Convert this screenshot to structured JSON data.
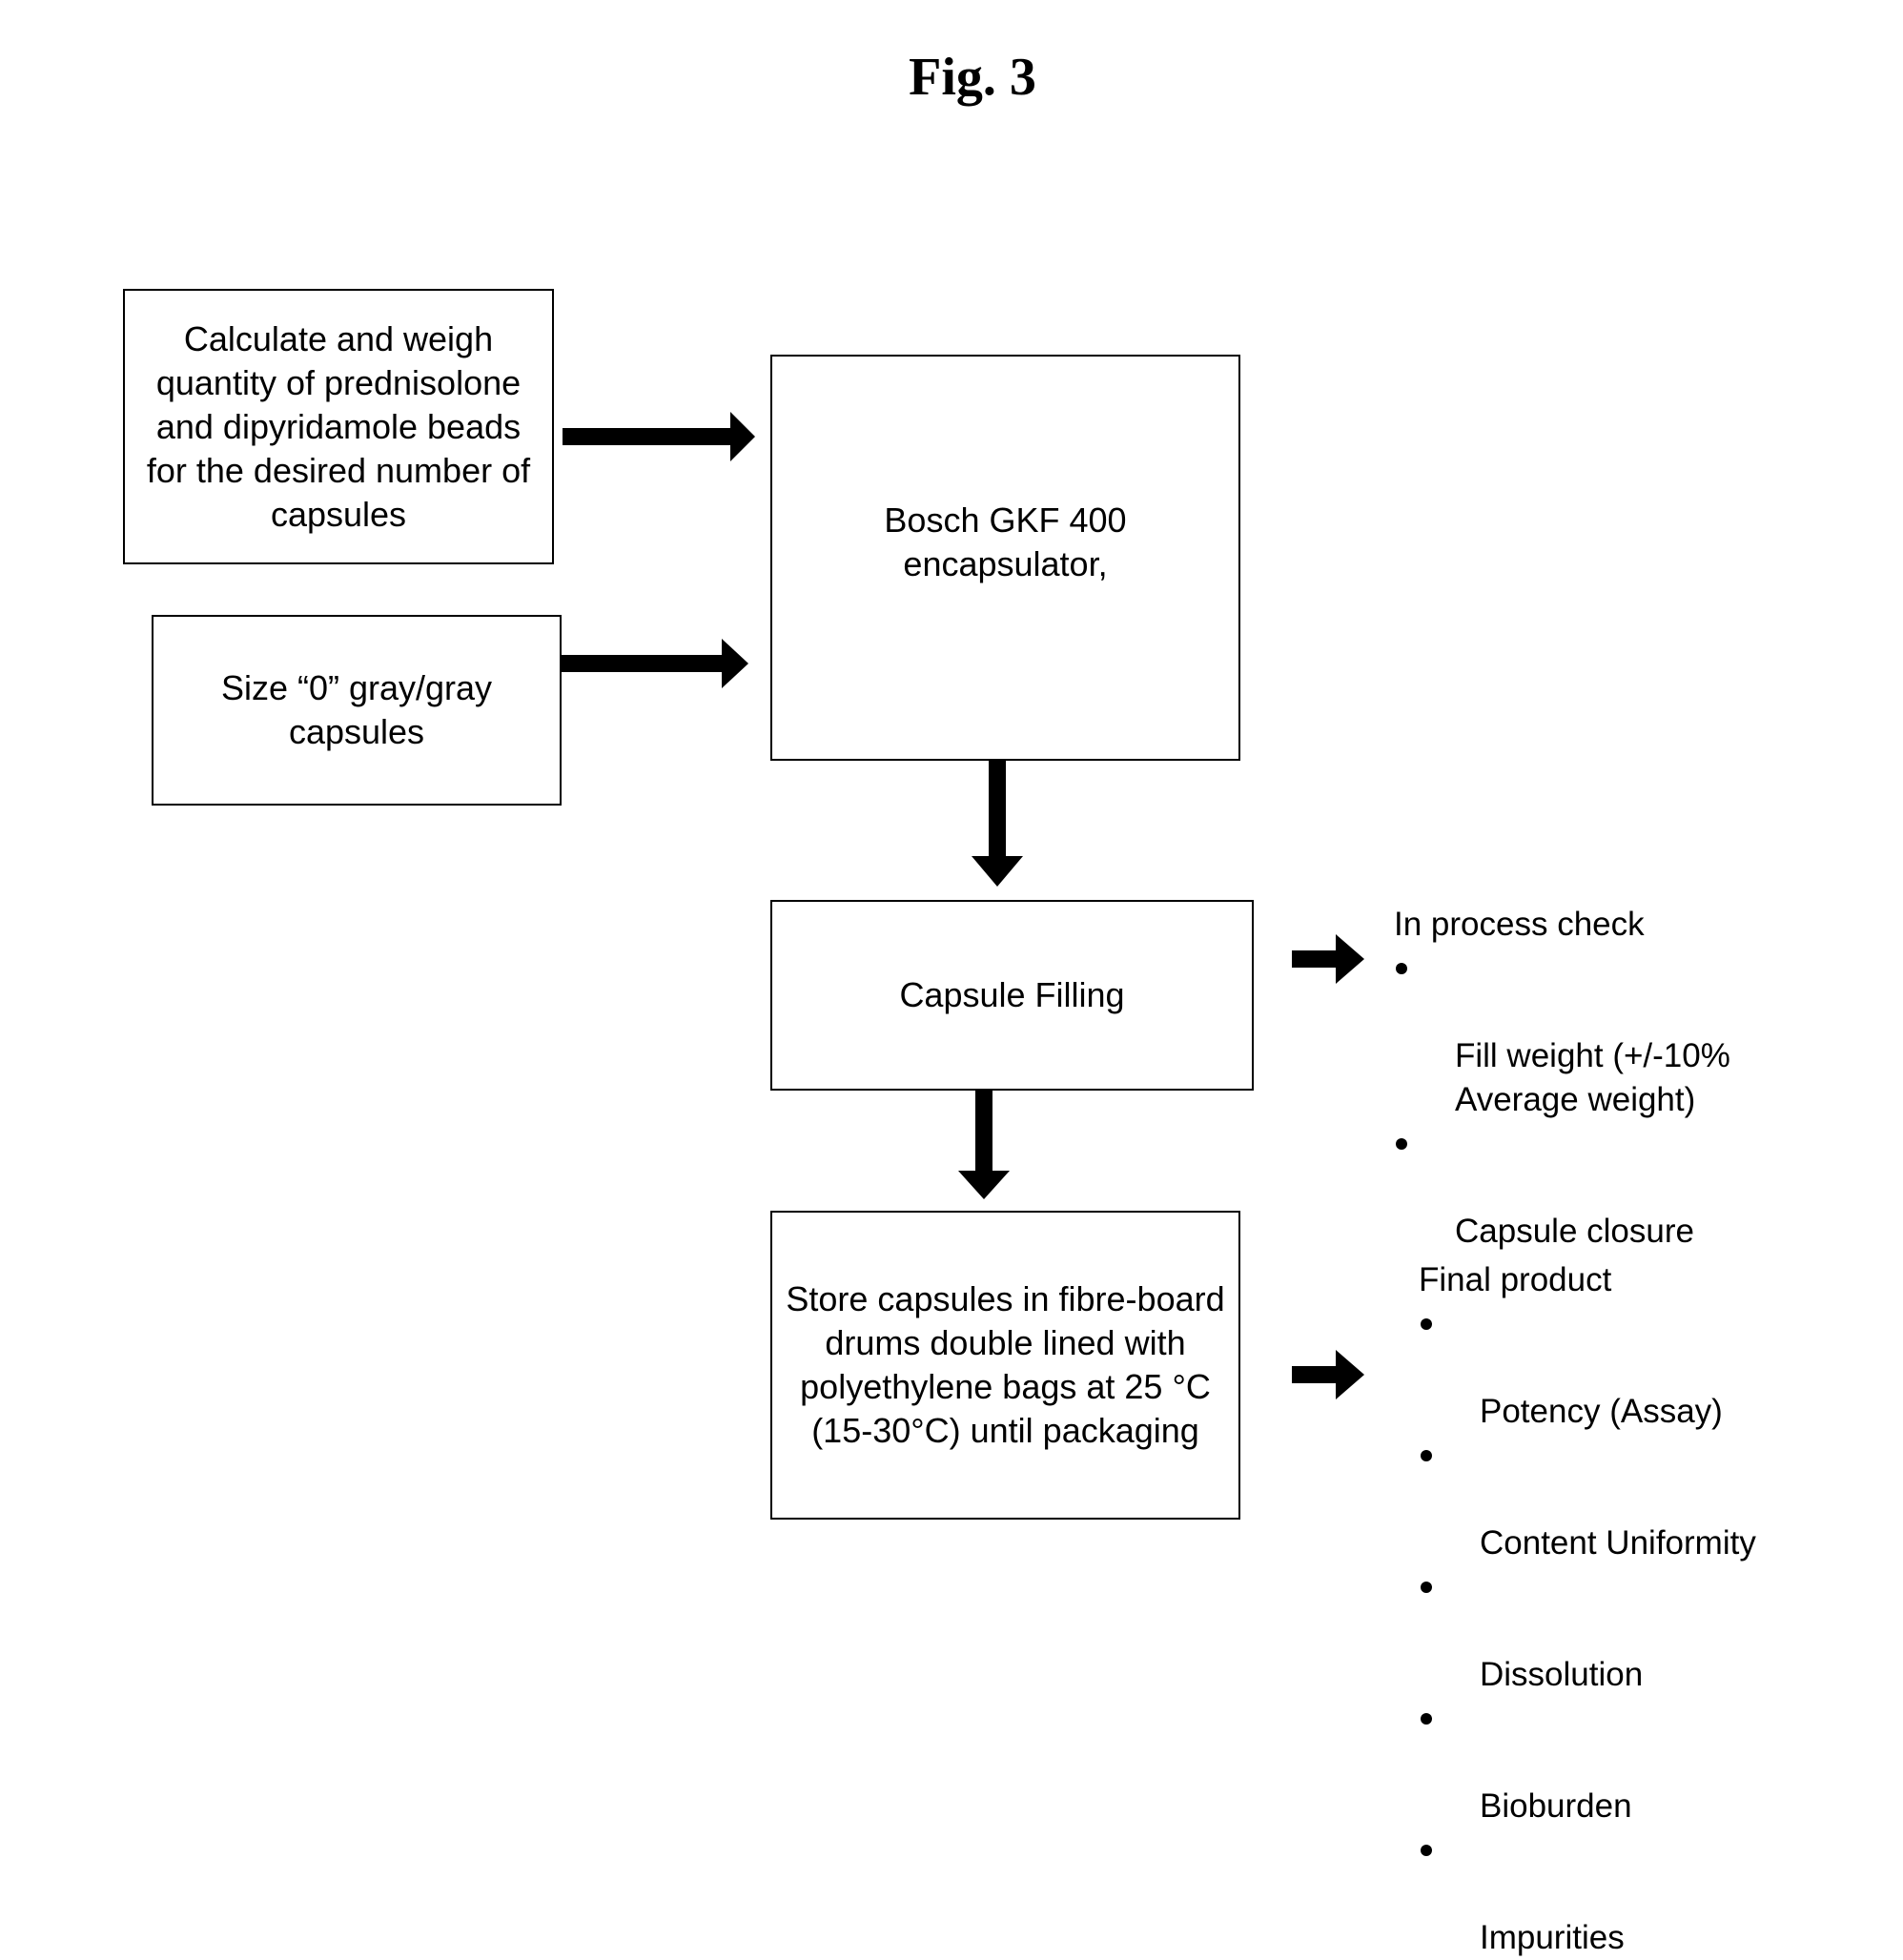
{
  "figure": {
    "title": "Fig. 3"
  },
  "boxes": {
    "calculate": "Calculate and weigh quantity of prednisolone and dipyridamole  beads for the desired number of capsules",
    "capsules": "Size “0” gray/gray capsules",
    "encapsulator": "Bosch GKF 400 encapsulator,",
    "filling": "Capsule Filling",
    "store": "Store capsules in fibre-board drums double lined with polyethylene bags at 25 °C (15-30°C) until packaging"
  },
  "in_process": {
    "heading": "In process check",
    "items": [
      "Fill weight (+/-10% Average weight)",
      "Capsule closure"
    ]
  },
  "final_product": {
    "heading": "Final product",
    "items": [
      "Potency (Assay)",
      "Content Uniformity",
      "Dissolution",
      "Bioburden",
      "Impurities"
    ]
  }
}
